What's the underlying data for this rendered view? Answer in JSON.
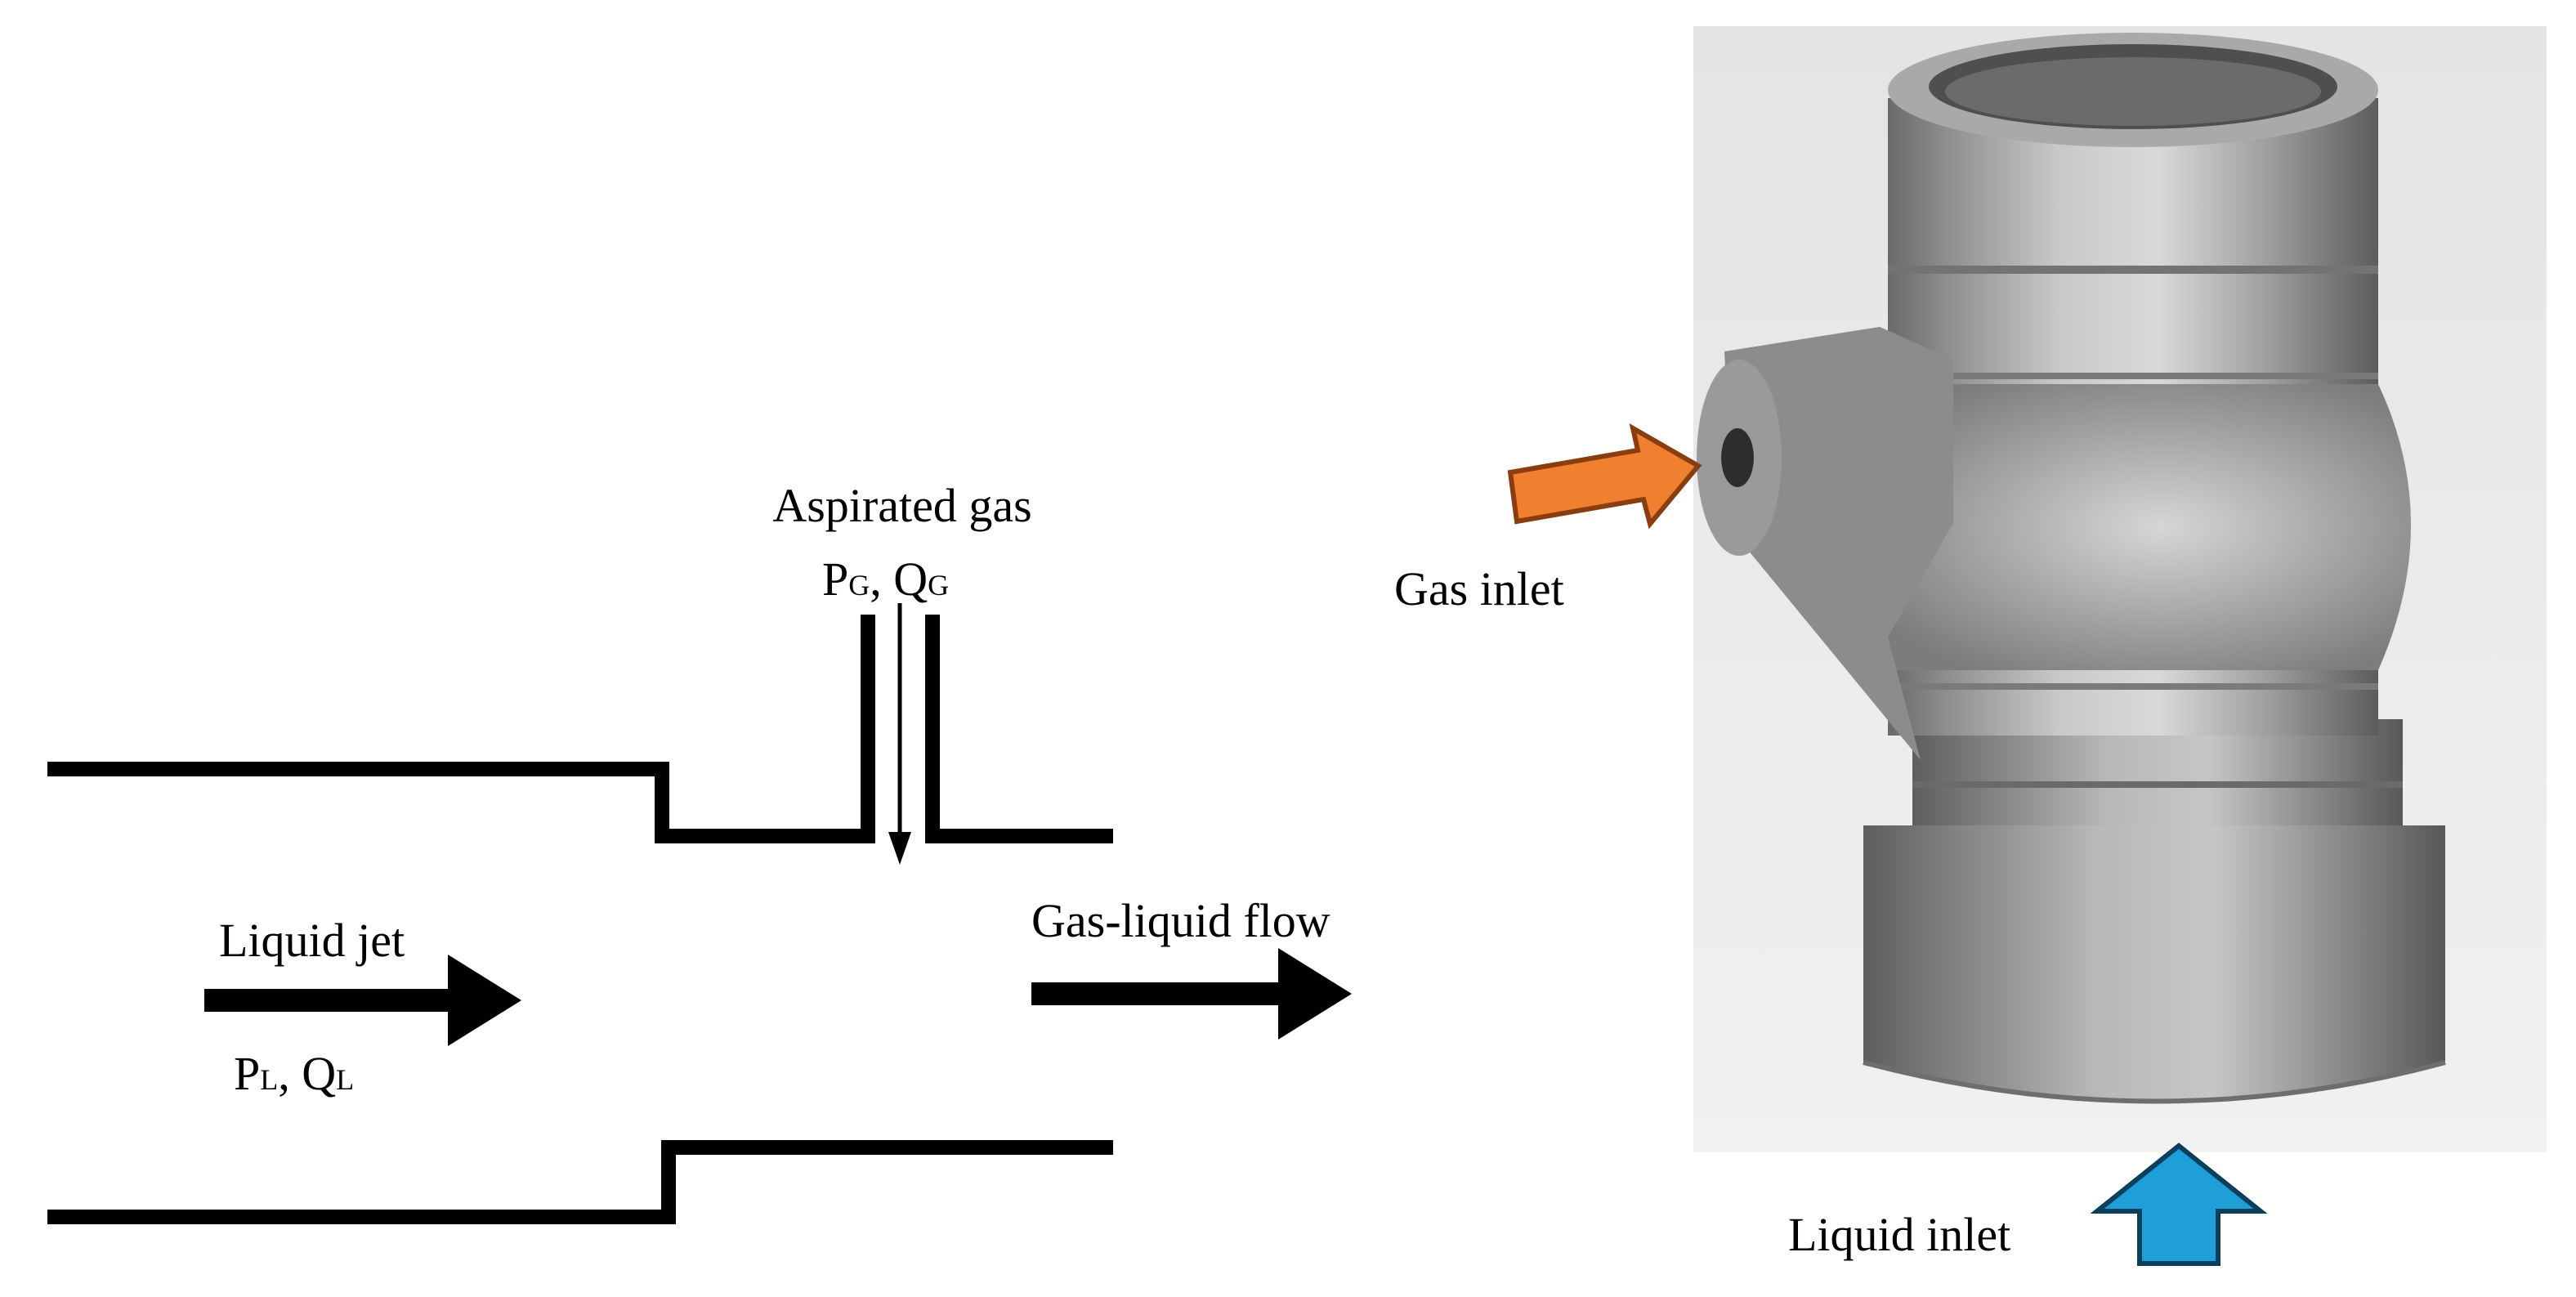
{
  "schematic": {
    "gas_label": "Aspirated gas",
    "gas_vars": {
      "p_base": "P",
      "p_sub": "G",
      "sep": ", ",
      "q_base": "Q",
      "q_sub": "G"
    },
    "liquid_label": "Liquid jet",
    "liquid_vars": {
      "p_base": "P",
      "p_sub": "L",
      "sep": ",  ",
      "q_base": "Q",
      "q_sub": "L"
    },
    "outlet_label": "Gas-liquid flow"
  },
  "photo": {
    "gas_inlet_label": "Gas inlet",
    "liquid_inlet_label": "Liquid inlet",
    "colors": {
      "gas_arrow": "#F07F2F",
      "liquid_arrow": "#1E9FD8",
      "background": "#E9E9EB",
      "metal_light": "#CFCFD0",
      "metal_mid": "#9A9A9C",
      "metal_dark": "#5F5F61"
    }
  }
}
